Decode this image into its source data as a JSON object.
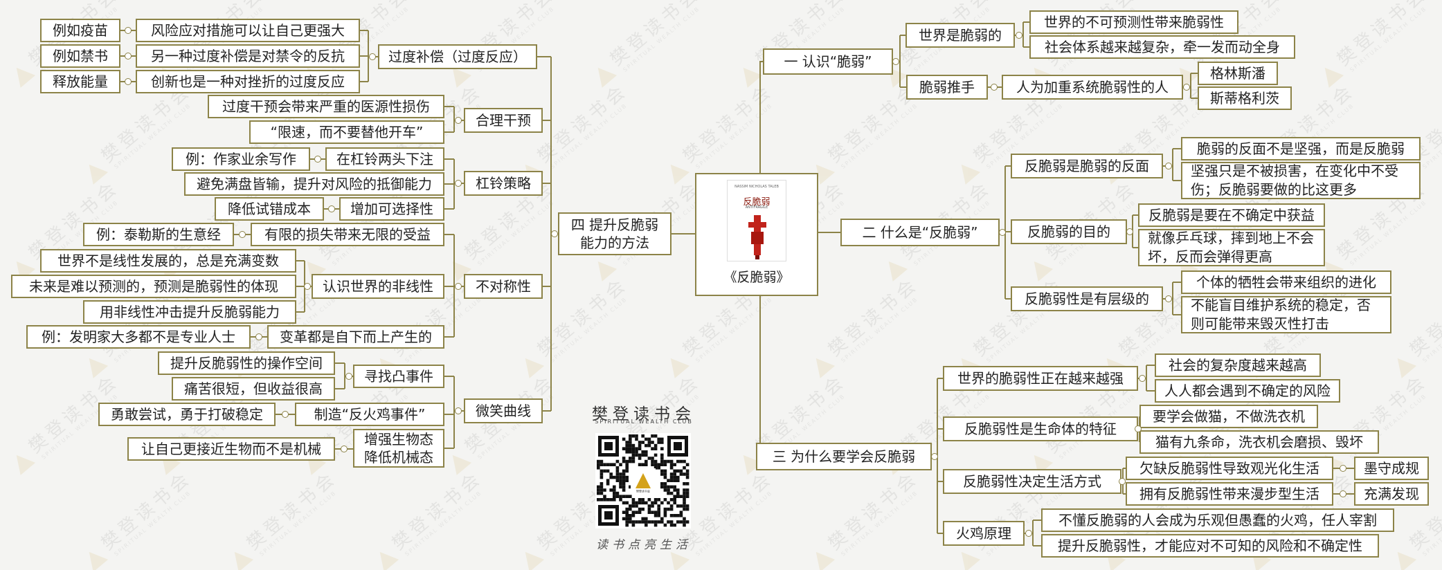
{
  "colors": {
    "border": "#8c8348",
    "background": "#f4f4f2",
    "cover_accent": "#c1231b"
  },
  "center": {
    "title": "《反脆弱》",
    "cover_author": "NASSIM NICHOLAS TALEB",
    "cover_title": "反脆弱",
    "cover_title_en": "ANTIFRAGILE"
  },
  "watermark": {
    "name": "樊登读书会",
    "en": "SPIRITUAL WEALTH CLUB"
  },
  "brand": {
    "name": "樊登读书会",
    "en": "SPIRITUAL WEALTH CLUB",
    "qr_label": "樊登读书会",
    "slogan": "读书点亮生活"
  },
  "branch1": {
    "label": "一 认识“脆弱”",
    "fragile_world": "世界是脆弱的",
    "fragile_world_items": [
      "世界的不可预测性带来脆弱性",
      "社会体系越来越复杂，牵一发而动全身"
    ],
    "pushers": "脆弱推手",
    "pushers_sub": "人为加重系统脆弱性的人",
    "pushers_people": [
      "格林斯潘",
      "斯蒂格利茨"
    ]
  },
  "branch2": {
    "label": "二 什么是“反脆弱”",
    "opposite": "反脆弱是脆弱的反面",
    "opposite_items": [
      "脆弱的反面不是坚强，而是反脆弱",
      "坚强只是不被损害，在变化中不受伤；反脆弱要做的比这更多"
    ],
    "goal": "反脆弱的目的",
    "goal_items": [
      "反脆弱是要在不确定中获益",
      "就像乒乓球，摔到地上不会坏，反而会弹得更高"
    ],
    "levels": "反脆弱性是有层级的",
    "levels_items": [
      "个体的牺牲会带来组织的进化",
      "不能盲目维护系统的稳定，否则可能带来毁灭性打击"
    ]
  },
  "branch3": {
    "label": "三 为什么要学会反脆弱",
    "fragility": "世界的脆弱性正在越来越强",
    "fragility_items": [
      "社会的复杂度越来越高",
      "人人都会遇到不确定的风险"
    ],
    "life": "反脆弱性是生命体的特征",
    "life_items": [
      "要学会做猫，不做洗衣机",
      "猫有九条命，洗衣机会磨损、毁坏"
    ],
    "lifestyle": "反脆弱性决定生活方式",
    "lifestyle_items": [
      "欠缺反脆弱性导致观光化生活",
      "拥有反脆弱性带来漫步型生活"
    ],
    "lifestyle_tags": [
      "墨守成规",
      "充满发现"
    ],
    "turkey": "火鸡原理",
    "turkey_items": [
      "不懂反脆弱的人会成为乐观但愚蠢的火鸡，任人宰割",
      "提升反脆弱性，才能应对不可知的风险和不确定性"
    ]
  },
  "branch4": {
    "label_line1": "四 提升反脆弱",
    "label_line2": "能力的方法",
    "overcomp": "过度补偿（过度反应）",
    "overcomp_items": [
      "风险应对措施可以让自己更强大",
      "另一种过度补偿是对禁令的反抗",
      "创新也是一种对挫折的过度反应"
    ],
    "overcomp_examples": [
      "例如疫苗",
      "例如禁书",
      "释放能量"
    ],
    "intervention": "合理干预",
    "intervention_items": [
      "过度干预会带来严重的医源性损伤",
      "“限速，而不要替他开车”"
    ],
    "barbell": "杠铃策略",
    "barbell_items": [
      "在杠铃两头下注",
      "避免满盘皆输，提升对风险的抵御能力",
      "增加可选择性"
    ],
    "barbell_example": "例：作家业余写作",
    "barbell_cost": "降低试错成本",
    "asymmetry": "不对称性",
    "asym_gain": "有限的损失带来无限的受益",
    "asym_gain_example": "例：泰勒斯的生意经",
    "nonlinear": "认识世界的非线性",
    "nonlinear_items": [
      "世界不是线性发展的，总是充满变数",
      "未来是难以预测的，预测是脆弱性的体现",
      "用非线性冲击提升反脆弱能力"
    ],
    "bottomup": "变革都是自下而上产生的",
    "bottomup_example": "例：发明家大多都不是专业人士",
    "smile": "微笑曲线",
    "convex": "寻找凸事件",
    "convex_items": [
      "提升反脆弱性的操作空间",
      "痛苦很短，但收益很高"
    ],
    "turkey_event": "制造“反火鸡事件”",
    "turkey_event_item": "勇敢尝试，勇于打破稳定",
    "bio_line1": "增强生物态",
    "bio_line2": "降低机械态",
    "bio_item": "让自己更接近生物而不是机械"
  }
}
